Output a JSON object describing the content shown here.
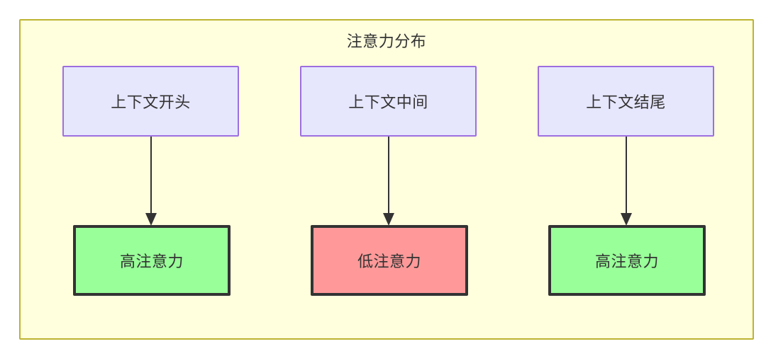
{
  "diagram": {
    "title": "注意力分布",
    "type": "flowchart",
    "colors": {
      "container_bg": "#ffffde",
      "container_border": "#bdb330",
      "context_bg": "#e6e6fd",
      "context_border": "#9d6fe0",
      "high_attention_bg": "#99ff99",
      "low_attention_bg": "#ff9999",
      "node_border": "#333333",
      "edge": "#333333",
      "text": "#333333"
    },
    "context_nodes": [
      {
        "id": "context-start",
        "label": "上下文开头"
      },
      {
        "id": "context-middle",
        "label": "上下文中间"
      },
      {
        "id": "context-end",
        "label": "上下文结尾"
      }
    ],
    "attention_nodes": [
      {
        "id": "attention-start",
        "label": "高注意力",
        "level": "high"
      },
      {
        "id": "attention-middle",
        "label": "低注意力",
        "level": "low"
      },
      {
        "id": "attention-end",
        "label": "高注意力",
        "level": "high"
      }
    ],
    "edges": [
      {
        "from": "context-start",
        "to": "attention-start",
        "label": ""
      },
      {
        "from": "context-middle",
        "to": "attention-middle",
        "label": ""
      },
      {
        "from": "context-end",
        "to": "attention-end",
        "label": ""
      }
    ]
  }
}
